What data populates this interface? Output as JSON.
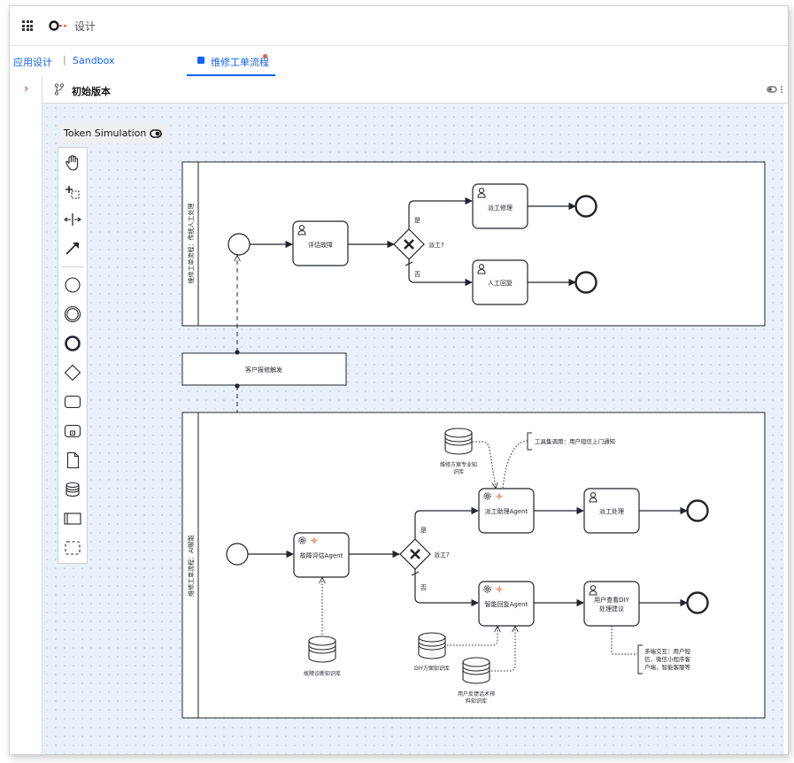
{
  "app": {
    "title": "设计"
  },
  "breadcrumb": {
    "app_design": "应用设计",
    "separator": "|",
    "sandbox": "Sandbox"
  },
  "tab": {
    "label": "维修工单流程"
  },
  "version": {
    "label": "初始版本"
  },
  "palette": {
    "title": "Token Simulation"
  },
  "colors": {
    "accent": "#0f62fe",
    "modified_dot": "#f05f3f",
    "ai_sparkle": "#f3a08d"
  },
  "diagram": {
    "pool1": {
      "lane_label": "维修工单流程：传统人工处理",
      "task_assess": "评估故障",
      "gateway_label": "派工?",
      "flow_yes": "是",
      "flow_no": "否",
      "task_dispatch": "派工修理",
      "task_manual": "人工回复"
    },
    "trigger": {
      "label": "客户报修触发"
    },
    "pool2": {
      "lane_label": "维修工单流程：AI赋能",
      "agent_assess": "故障评估Agent",
      "gateway_label": "派工?",
      "flow_yes": "是",
      "flow_no": "否",
      "agent_dispatch": "派工助理Agent",
      "task_dispatch_handle": "派工处理",
      "agent_reply": "智能回复Agent",
      "task_user_view_1": "用户查看DIY",
      "task_user_view_2": "处理建议",
      "db_repair_kb_1": "维修方案专业知",
      "db_repair_kb_2": "识库",
      "annotation_tool": "工具集调用：用户短信上门通知",
      "db_fault_kb": "故障诊断知识库",
      "db_diy_kb": "DIY方案知识库",
      "db_feedback_kb_1": "用户反馈话术预",
      "db_feedback_kb_2": "料知识库",
      "annotation_multi_1": "多端交互：用户短",
      "annotation_multi_2": "信，微信小程序客",
      "annotation_multi_3": "户端，智能客服等"
    }
  }
}
